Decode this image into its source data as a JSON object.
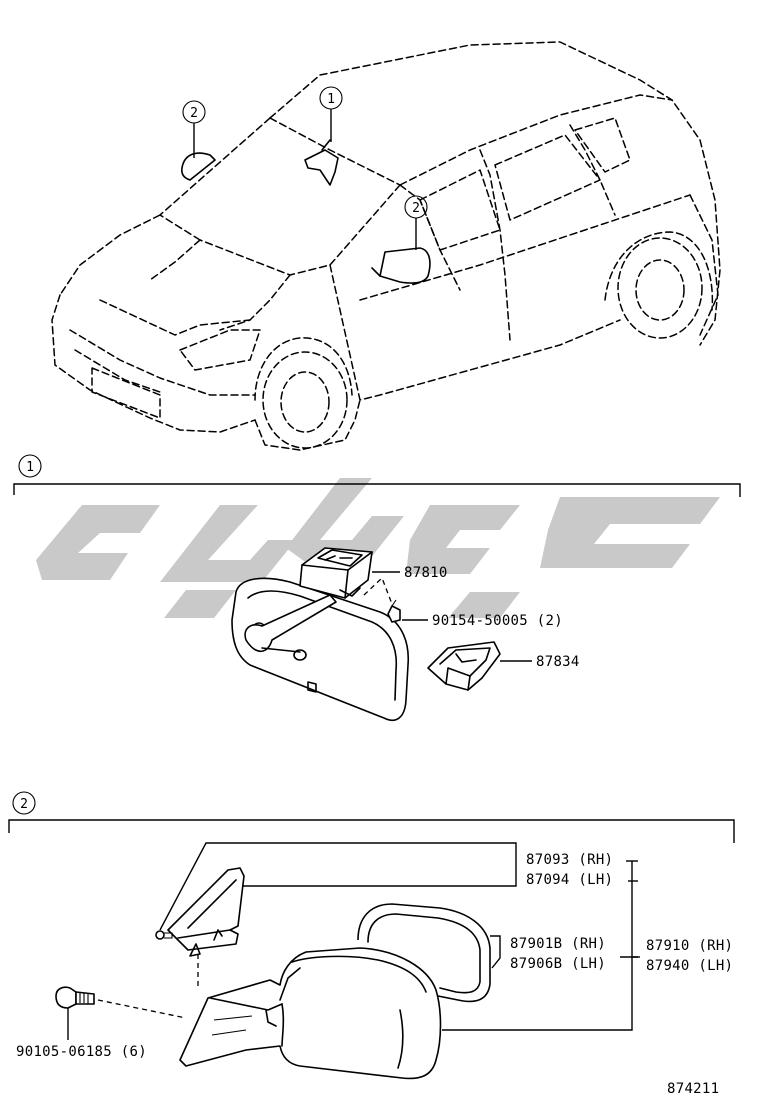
{
  "callouts": {
    "ref1": "1",
    "ref2": "2"
  },
  "section1": {
    "marker": "1",
    "parts": {
      "p87810": "87810",
      "p90154": "90154-50005 (2)",
      "p87834": "87834"
    }
  },
  "section2": {
    "marker": "2",
    "parts": {
      "p87093": "87093 (RH)",
      "p87094": "87094 (LH)",
      "p87901": "87901B (RH)",
      "p87906": "87906B (LH)",
      "p87910": "87910 (RH)",
      "p87940": "87940 (LH)",
      "p90105": "90105-06185 (6)"
    }
  },
  "figure_number": "874211",
  "colors": {
    "ink": "#000000",
    "watermark": "#c9c9c9",
    "background": "#ffffff"
  }
}
